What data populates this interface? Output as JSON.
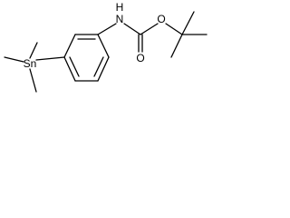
{
  "molecule": {
    "atoms": {
      "tin": "Sn",
      "nitrogen": "N",
      "hydrogen": "H",
      "oxygen_ester": "O",
      "oxygen_carbonyl": "O"
    },
    "colors": {
      "bond": "#000000",
      "label": "#000000",
      "background": "#ffffff"
    }
  }
}
